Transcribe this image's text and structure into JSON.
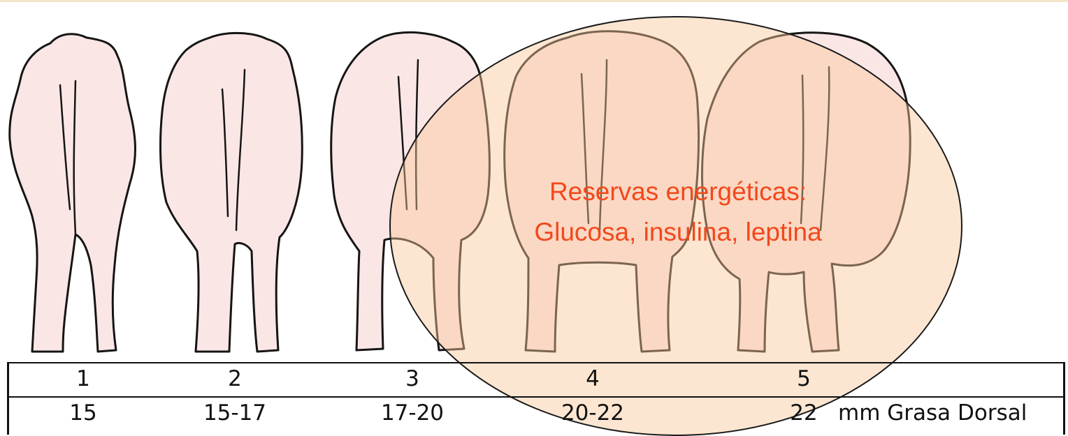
{
  "overlay": {
    "line1": "Reservas energéticas:",
    "line2": "Glucosa, insulina, leptina",
    "text_color": "#f2481c",
    "ellipse_fill": "#f9c89a"
  },
  "body_condition": {
    "scores": [
      "1",
      "2",
      "3",
      "4",
      "5"
    ],
    "backfat_mm": [
      "15",
      "15-17",
      "17-20",
      "20-22",
      "22"
    ],
    "unit_label": "mm Grasa Dorsal"
  }
}
